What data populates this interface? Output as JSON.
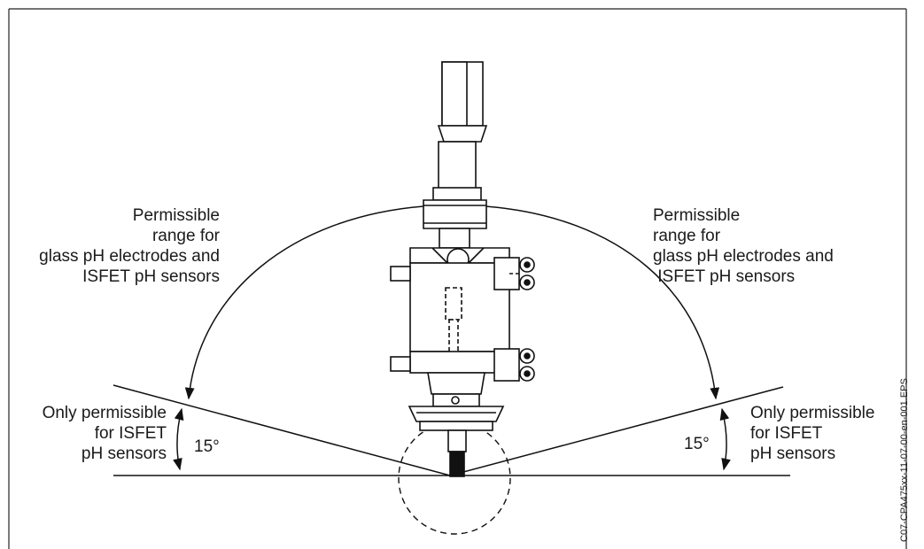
{
  "left_upper_label": [
    "Permissible",
    "range for",
    "glass pH electrodes and",
    "ISFET pH sensors"
  ],
  "right_upper_label": [
    "Permissible",
    "range for",
    "glass pH electrodes and",
    " ISFET pH sensors"
  ],
  "left_lower_label": [
    "Only permissible",
    "for ISFET",
    "pH sensors"
  ],
  "right_lower_label": [
    "Only permissible",
    "for ISFET",
    "pH sensors"
  ],
  "left_angle": "15°",
  "right_angle": "15°",
  "figure_code": "C07-CPA475xx-11-07-00-en-001.EPS"
}
